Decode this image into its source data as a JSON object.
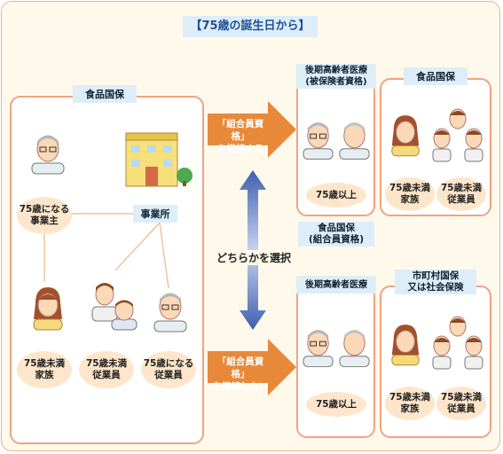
{
  "title": "【75歳の誕生日から】",
  "left_panel": {
    "header": "食品国保",
    "company": "事業所",
    "owner": "75歳になる\n事業主",
    "family": "75歳未満\n家族",
    "employee_young": "75歳未満\n従業員",
    "employee_old": "75歳になる\n従業員"
  },
  "arrows": {
    "continue": "「組合員資格」\nを継続する",
    "not_continue": "「組合員資格」\nを継続しない",
    "choose": "どちらかを選択"
  },
  "top_right": {
    "elderly_header": "後期高齢者医療\n(被保険者資格)",
    "elderly_age": "75歳以上",
    "insurance_header": "食品国保",
    "family": "75歳未満\n家族",
    "employee": "75歳未満\n従業員",
    "member_label": "食品国保\n(組合員資格)"
  },
  "bottom_right": {
    "elderly_header": "後期高齢者医療",
    "elderly_age": "75歳以上",
    "insurance_header": "市町村国保\n又は社会保険",
    "family": "75歳未満\n家族",
    "employee": "75歳未満\n従業員"
  }
}
